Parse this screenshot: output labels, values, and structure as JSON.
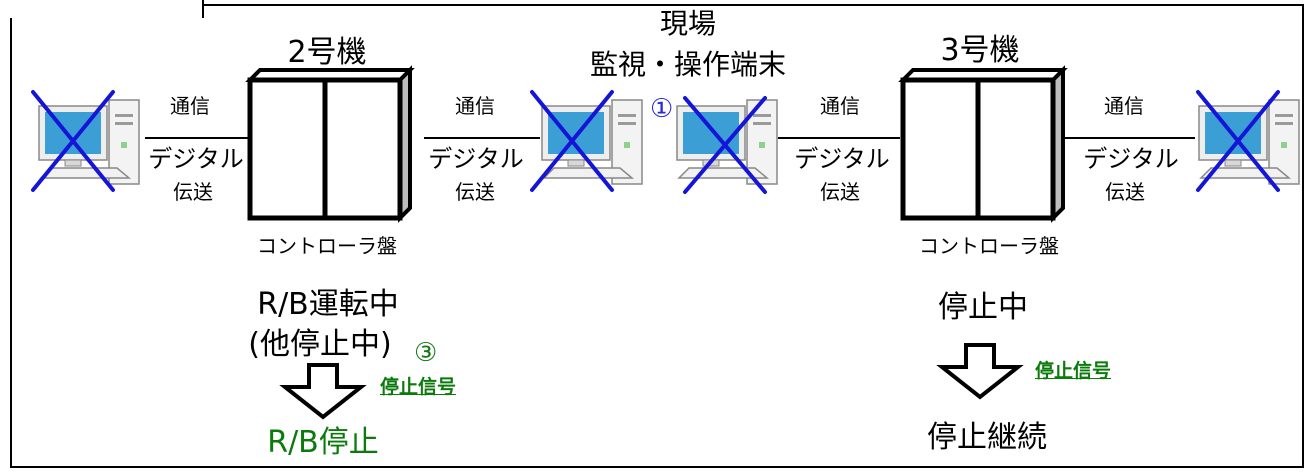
{
  "colors": {
    "cross": "#1515d8",
    "green": "#0a7a0a",
    "marker_blue": "#2a2ad2",
    "marker_green": "#147a14",
    "screen": "#3b9fd6"
  },
  "unit2": {
    "title": "2号機",
    "panel_label": "コントローラ盤",
    "status_line1": "R/B運転中",
    "status_line2": "(他停止中)",
    "marker": "③",
    "signal_label": "停止信号",
    "result": "R/B停止"
  },
  "unit3": {
    "title": "3号機",
    "panel_label": "コントローラ盤",
    "status": "停止中",
    "signal_label": "停止信号",
    "result": "停止継続"
  },
  "site_terminal": {
    "label_line1": "現場",
    "label_line2": "監視・操作端末",
    "marker": "①"
  },
  "links": [
    {
      "top": "通信",
      "mid": "デジタル",
      "bot": "伝送"
    },
    {
      "top": "通信",
      "mid": "デジタル",
      "bot": "伝送"
    },
    {
      "top": "通信",
      "mid": "デジタル",
      "bot": "伝送"
    },
    {
      "top": "通信",
      "mid": "デジタル",
      "bot": "伝送"
    }
  ],
  "icons": [
    "computer-icon",
    "cross-icon",
    "down-arrow-icon"
  ]
}
